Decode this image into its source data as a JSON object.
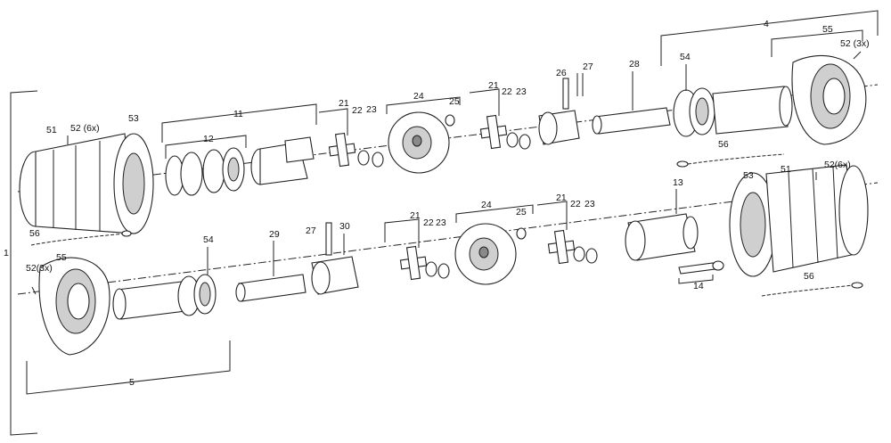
{
  "labels": {
    "l1": "1",
    "l4": "4",
    "l5": "5",
    "l11": "11",
    "l12": "12",
    "l13": "13",
    "l14": "14",
    "l21a": "21",
    "l22a": "22",
    "l23a": "23",
    "l24a": "24",
    "l25a": "25",
    "l21b": "21",
    "l22b": "22",
    "l23b": "23",
    "l26": "26",
    "l27a": "27",
    "l28": "28",
    "l51a": "51",
    "l52a": "52 (6x)",
    "l53a": "53",
    "l54a": "54",
    "l55a": "55",
    "l52b": "52 (3x)",
    "l56a": "56",
    "l51b": "51",
    "l52c": "52(6x)",
    "l53b": "53",
    "l56b": "56",
    "l52d": "52(3x)",
    "l55b": "55",
    "l54b": "54",
    "l56c": "56",
    "l29": "29",
    "l27b": "27",
    "l30": "30",
    "l21c": "21",
    "l22c": "22",
    "l23c": "23",
    "l24b": "24",
    "l25b": "25",
    "l21d": "21",
    "l22d": "22",
    "l23d": "23"
  }
}
